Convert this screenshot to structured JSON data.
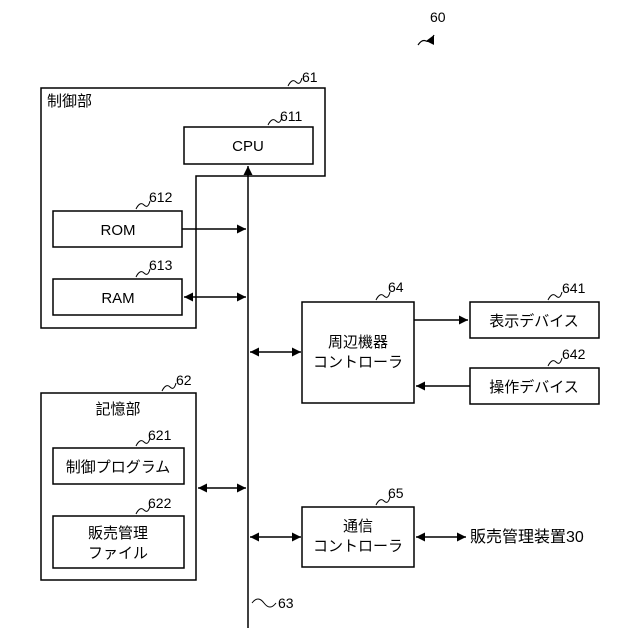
{
  "figure_ref": "60",
  "control_unit": {
    "ref": "61",
    "label": "制御部"
  },
  "cpu": {
    "ref": "611",
    "label": "CPU"
  },
  "rom": {
    "ref": "612",
    "label": "ROM"
  },
  "ram": {
    "ref": "613",
    "label": "RAM"
  },
  "storage_unit": {
    "ref": "62",
    "label": "記憶部"
  },
  "control_program": {
    "ref": "621",
    "label": "制御プログラム"
  },
  "sales_file": {
    "ref": "622",
    "line1": "販売管理",
    "line2": "ファイル"
  },
  "bus": {
    "ref": "63"
  },
  "peripheral_controller": {
    "ref": "64",
    "line1": "周辺機器",
    "line2": "コントローラ"
  },
  "display_device": {
    "ref": "641",
    "label": "表示デバイス"
  },
  "operation_device": {
    "ref": "642",
    "label": "操作デバイス"
  },
  "comm_controller": {
    "ref": "65",
    "line1": "通信",
    "line2": "コントローラ"
  },
  "sales_management_device": {
    "label": "販売管理装置30"
  },
  "colors": {
    "stroke": "#000000",
    "background": "#ffffff"
  }
}
